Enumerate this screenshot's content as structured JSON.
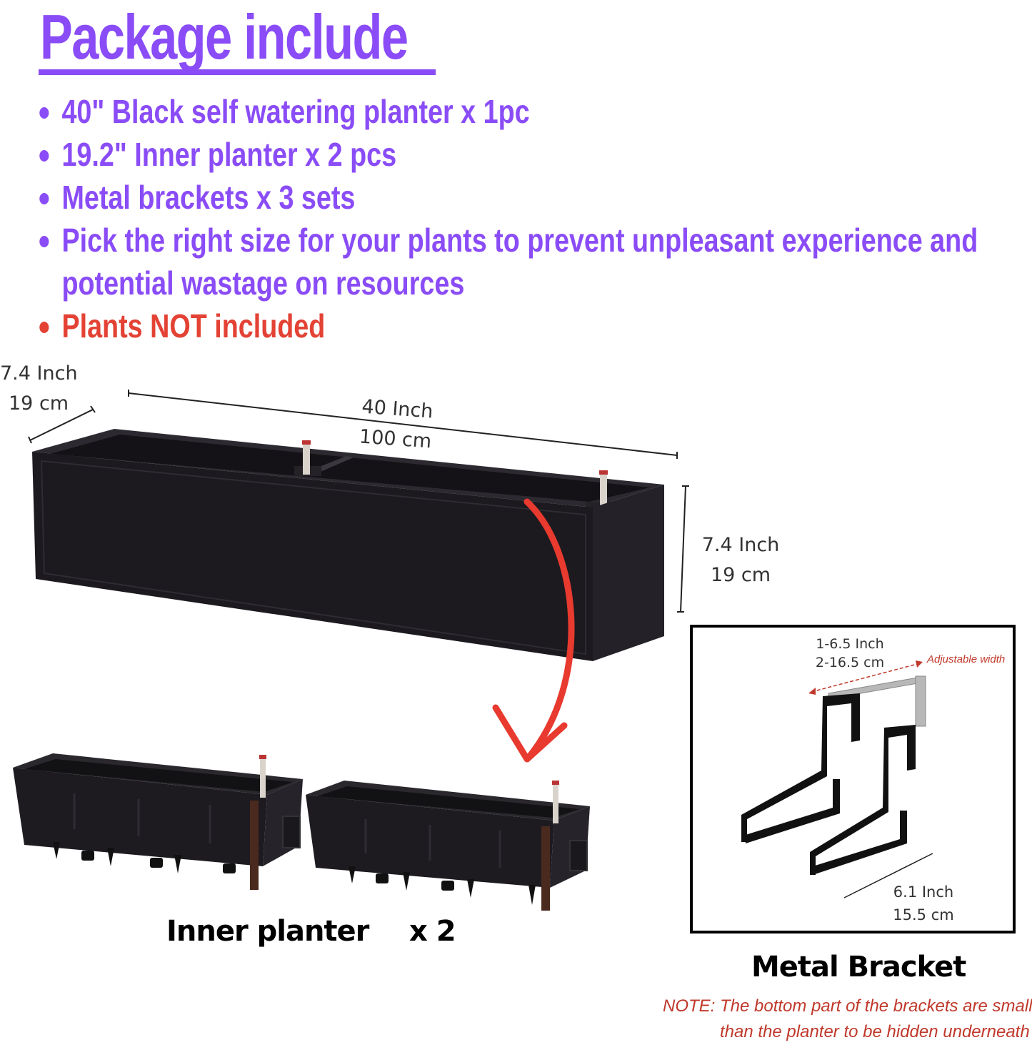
{
  "title": "Package include",
  "bullets": [
    {
      "text": "40\" Black self watering planter x 1pc"
    },
    {
      "text": "19.2\" Inner planter x 2 pcs"
    },
    {
      "text": "Metal brackets x 3 sets"
    },
    {
      "text": "Pick the right size for your plants to prevent unpleasant experience and",
      "text2": "potential wastage on resources"
    },
    {
      "text": "Plants NOT included"
    }
  ],
  "dimensions": {
    "depth_in": "7.4 Inch",
    "depth_cm": "19 cm",
    "length_in": "40 Inch",
    "length_cm": "100 cm",
    "height_in": "7.4 Inch",
    "height_cm": "19 cm"
  },
  "inner_planter": {
    "label": "Inner planter",
    "count": "x 2"
  },
  "bracket": {
    "width_in": "1-6.5 Inch",
    "width_cm": "2-16.5 cm",
    "adjustable": "Adjustable width",
    "depth_in": "6.1 Inch",
    "depth_cm": "15.5 cm",
    "label": "Metal Bracket"
  },
  "note": {
    "prefix": "NOTE:",
    "line1": "The bottom part of the brackets are smaller",
    "line2": "than the planter to be hidden underneath"
  },
  "colors": {
    "accent": "#8a4cf6",
    "warning": "#e34234",
    "planter": "#1c1a1f"
  }
}
